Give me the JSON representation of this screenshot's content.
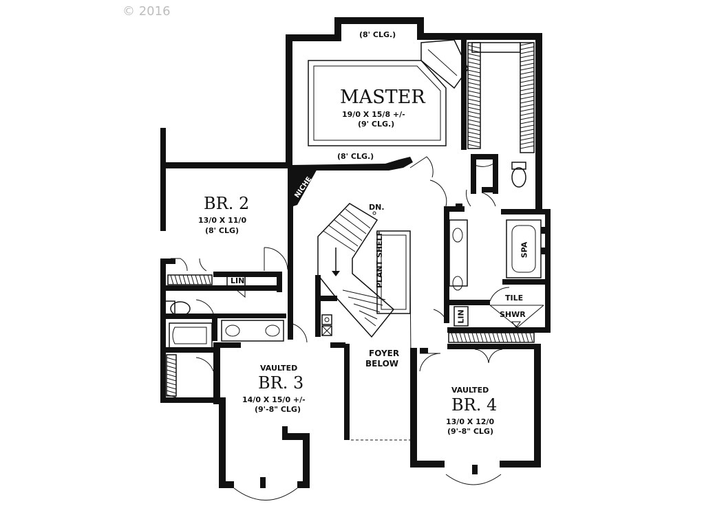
{
  "copyright": "© 2016",
  "rooms": {
    "master": {
      "name": "MASTER",
      "dims": "19/0 X 15/8 +/-",
      "ceiling": "(9' CLG.)"
    },
    "master_clg_top": "(8' CLG.)",
    "master_clg_bottom": "(8' CLG.)",
    "br2": {
      "name": "BR. 2",
      "dims": "13/0 X 11/0",
      "ceiling": "(8' CLG)"
    },
    "br3": {
      "pre": "VAULTED",
      "name": "BR. 3",
      "dims": "14/0 X 15/0 +/-",
      "ceiling": "(9'-8\" CLG)"
    },
    "br4": {
      "pre": "VAULTED",
      "name": "BR. 4",
      "dims": "13/0 X 12/0",
      "ceiling": "(9'-8\" CLG)"
    },
    "niche": "NICHE",
    "dn": "DN.",
    "plant_shelf": "PLANT SHELF",
    "foyer": "FOYER",
    "below": "BELOW",
    "lin1": "LIN",
    "lin2": "LIN",
    "spa": "SPA",
    "tile": "TILE",
    "shwr": "SHWR"
  }
}
